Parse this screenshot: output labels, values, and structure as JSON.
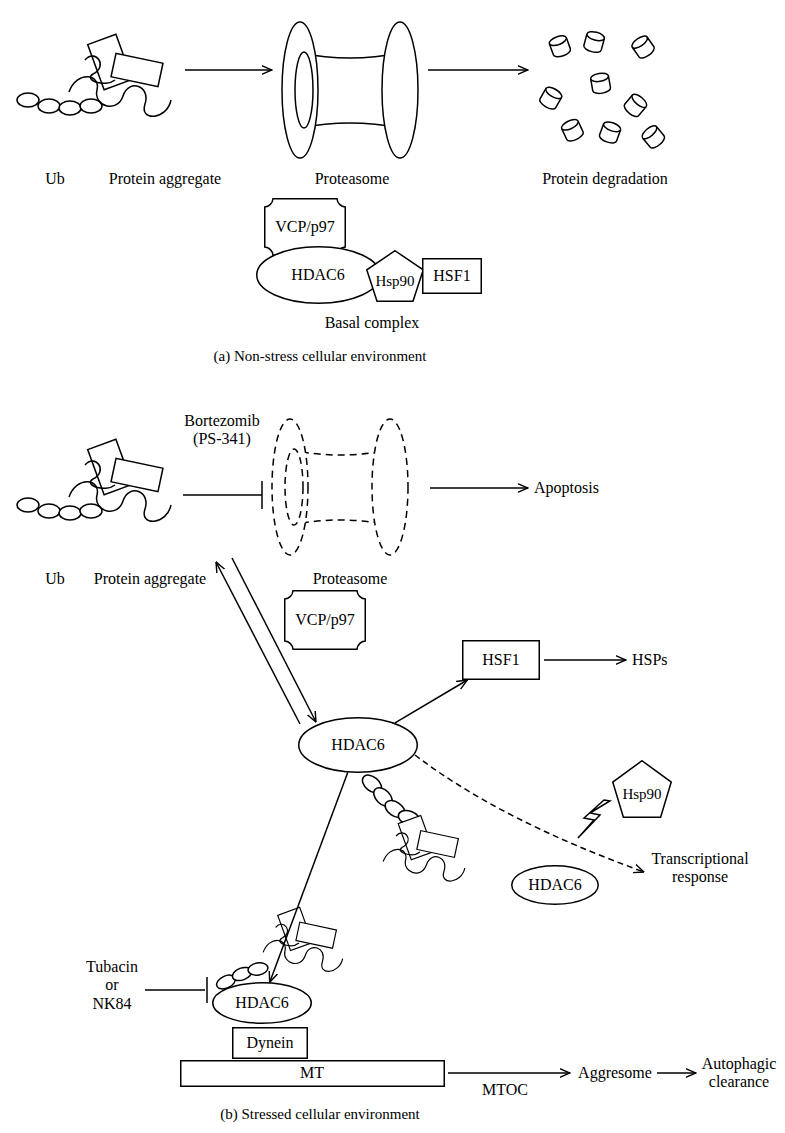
{
  "diagram": {
    "nodes": [
      {
        "text": [
          "VCP/p97"
        ]
      },
      {
        "text": [
          "HDAC6"
        ]
      },
      {
        "text": [
          "Hsp90"
        ]
      },
      {
        "text": [
          "HSF1"
        ]
      },
      {
        "text": [
          "VCP/p97"
        ]
      },
      {
        "text": [
          "HSF1"
        ]
      },
      {
        "text": [
          "HDAC6"
        ]
      },
      {
        "text": [
          "Hsp90"
        ]
      },
      {
        "text": [
          "HDAC6"
        ]
      },
      {
        "text": [
          "HDAC6"
        ]
      },
      {
        "text": [
          "Dynein"
        ]
      },
      {
        "text": [
          "MT"
        ]
      }
    ],
    "edges": [
      {
        "from": 6,
        "to": 5,
        "arrow": "to"
      },
      {
        "from": 6,
        "to": 9,
        "arrow": "to"
      }
    ],
    "labels": [
      "Ub",
      "Protein aggregate",
      "Proteasome",
      "Protein degradation",
      "Basal complex",
      "(a) Non-stress cellular environment",
      "Bortezomib (PS-341)",
      "Ub",
      "Protein aggregate",
      "Proteasome",
      "Apoptosis",
      "HSPs",
      "Transcriptional response",
      "Tubacin or NK84",
      "MTOC",
      "Aggresome",
      "Autophagic clearance",
      "(b) Stressed cellular environment"
    ]
  }
}
